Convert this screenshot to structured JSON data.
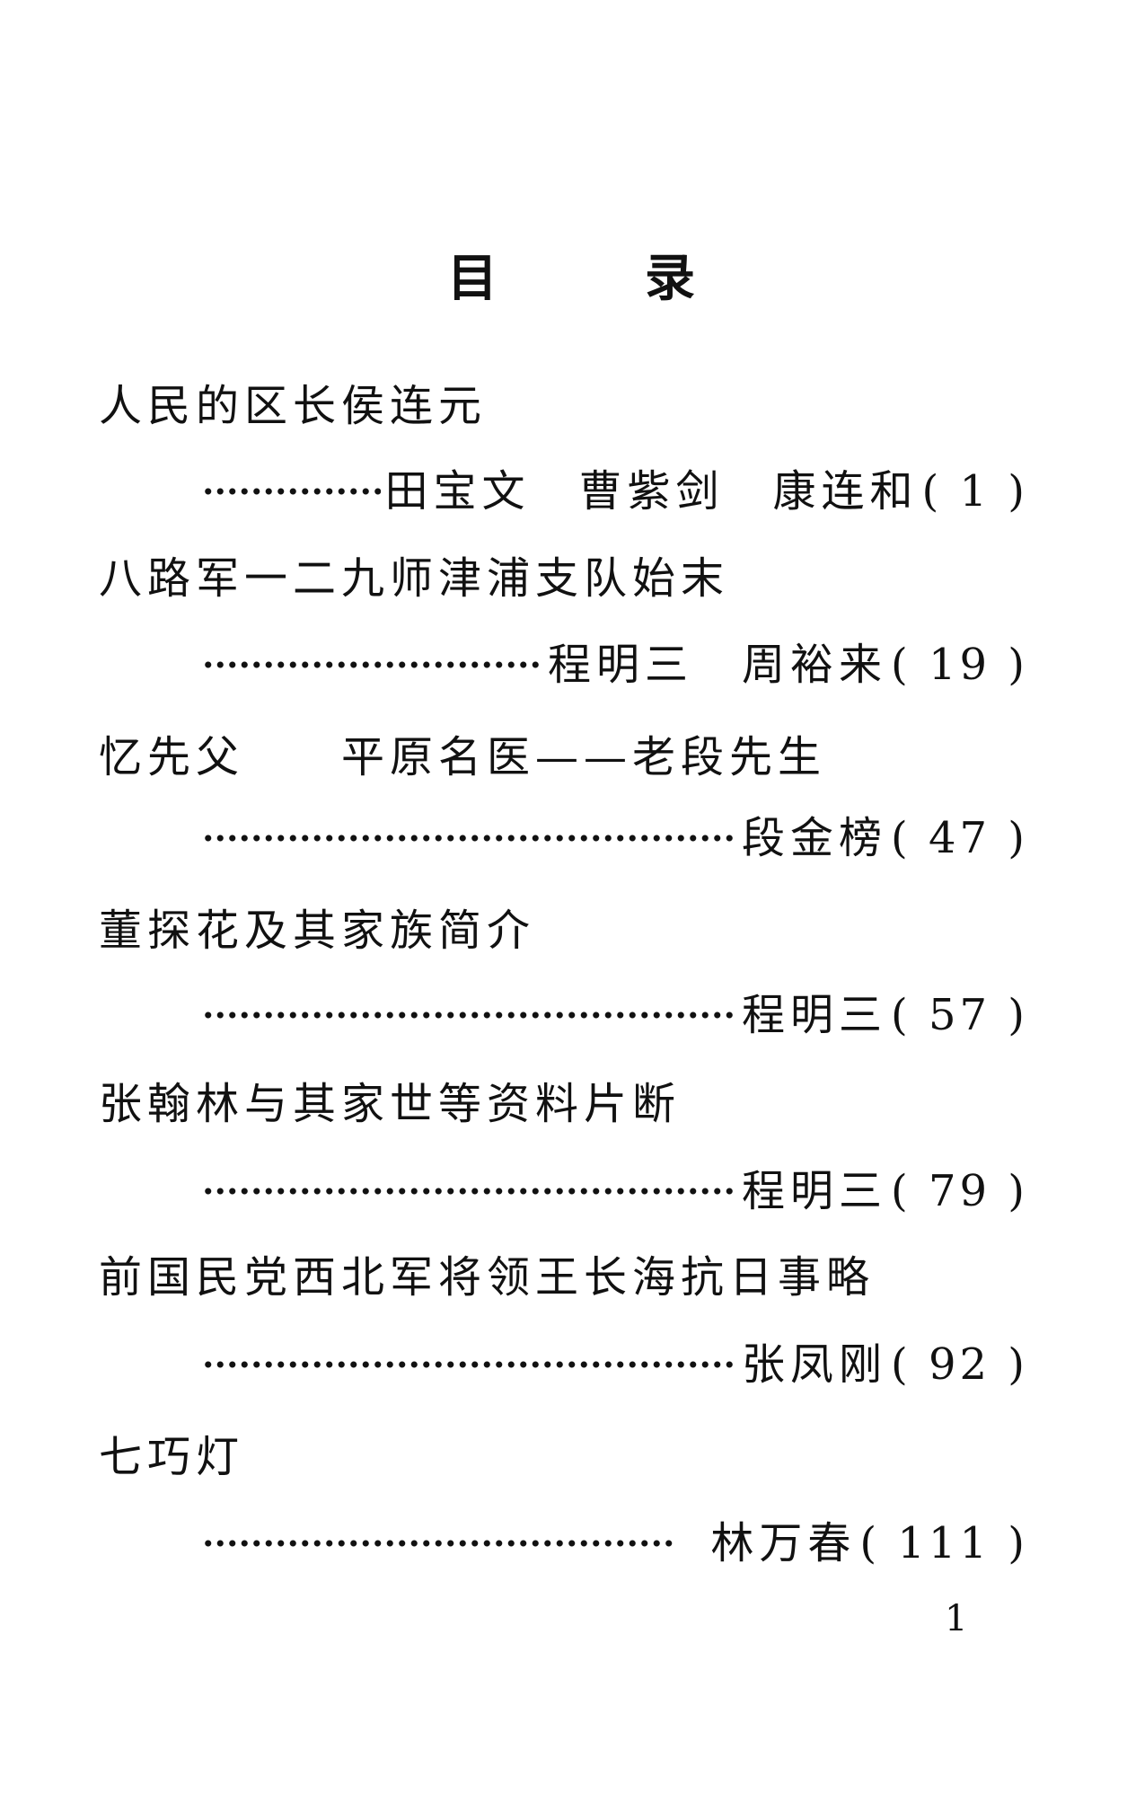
{
  "heading": [
    "目",
    "录"
  ],
  "entries": [
    {
      "title": "人民的区长侯连元",
      "author": "田宝文　曹紫剑　康连和",
      "page": "( 1 )"
    },
    {
      "title": "八路军一二九师津浦支队始末",
      "author": "程明三　周裕来",
      "page": "( 19 )"
    },
    {
      "title": "忆先父　　平原名医——老段先生",
      "author": "段金榜",
      "page": "( 47 )"
    },
    {
      "title": "董探花及其家族简介",
      "author": "程明三",
      "page": "( 57 )"
    },
    {
      "title": "张翰林与其家世等资料片断",
      "author": "程明三",
      "page": "( 79 )"
    },
    {
      "title": "前国民党西北军将领王长海抗日事略",
      "author": "张凤刚",
      "page": "( 92 )"
    },
    {
      "title": "七巧灯",
      "author": "林万春",
      "page": "( 111 )"
    }
  ],
  "folio": "1"
}
